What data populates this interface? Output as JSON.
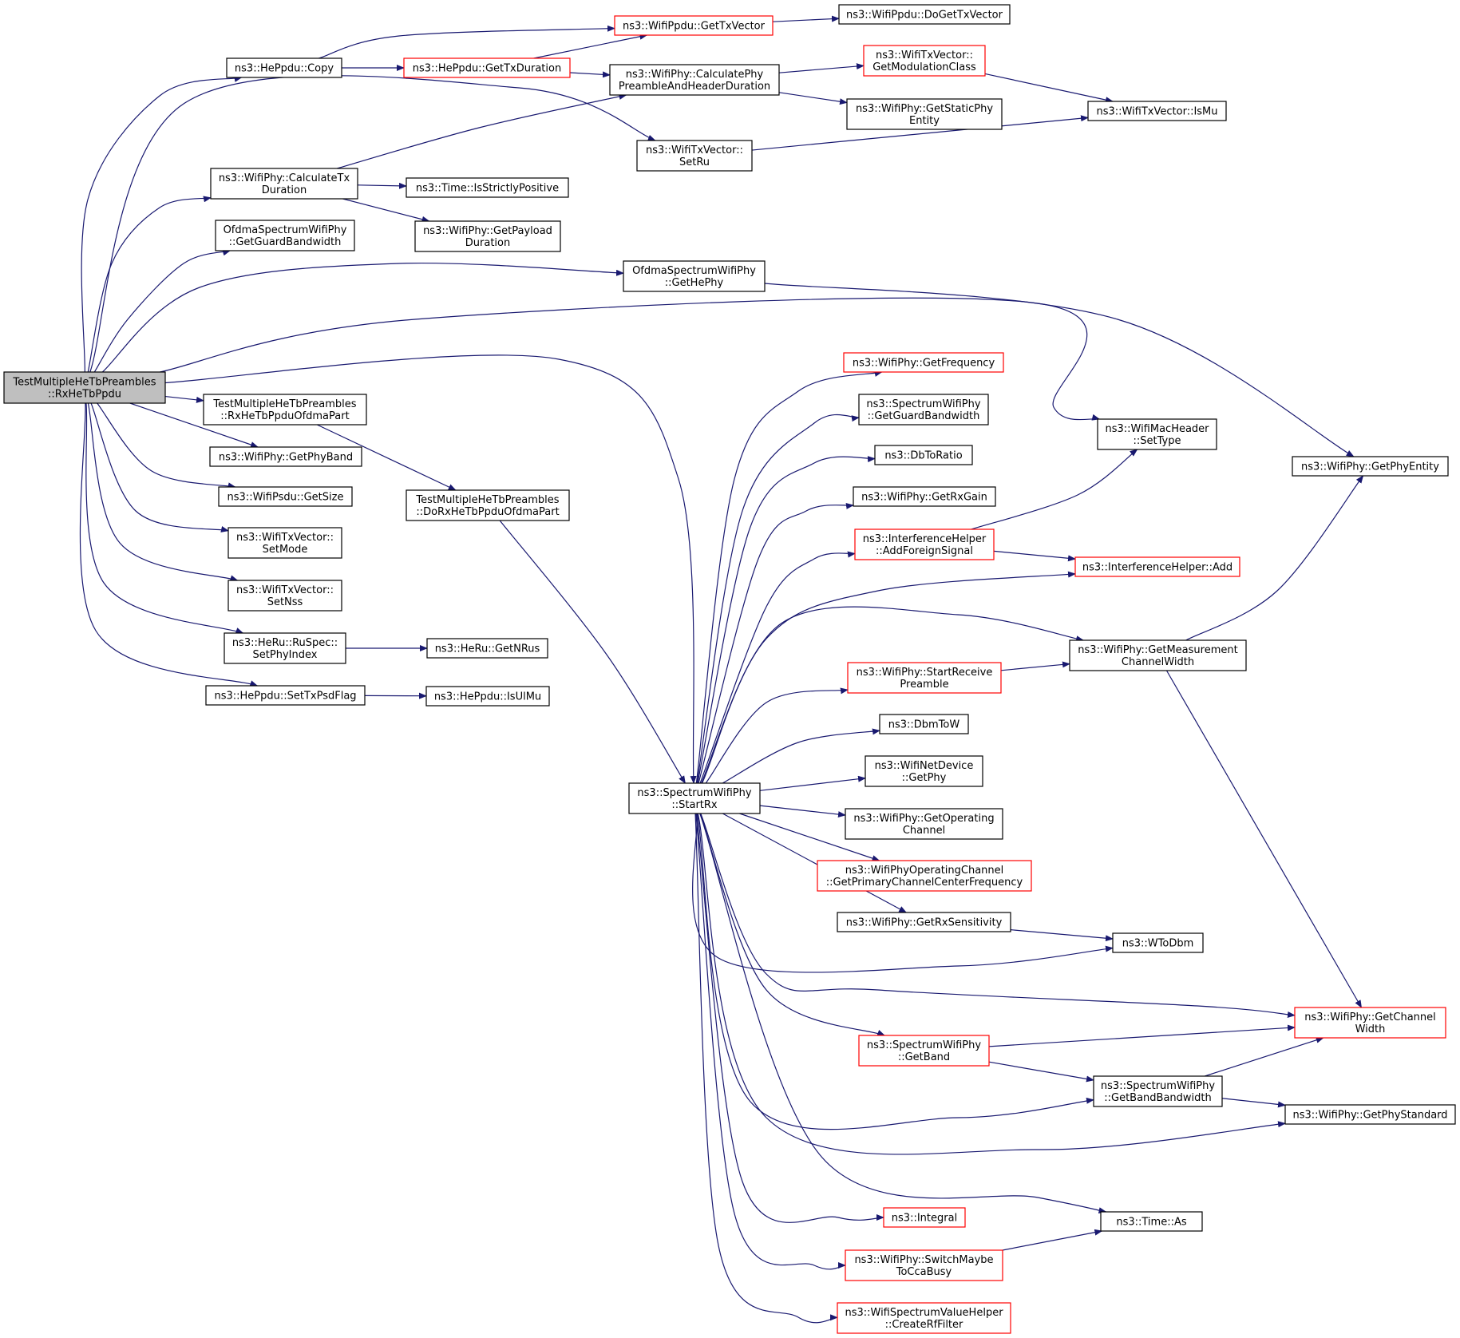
{
  "colors": {
    "edge": "#191970",
    "node_border": "#000000",
    "node_border_truncated": "#ff0000",
    "node_fill": "#ffffff",
    "root_fill": "#bfbfbf",
    "text": "#000000"
  },
  "nodes": [
    {
      "id": "root",
      "lines": [
        "TestMultipleHeTbPreambles",
        "::RxHeTbPpdu"
      ],
      "root": true
    },
    {
      "id": "heppdu_copy",
      "lines": [
        "ns3::HePpdu::Copy"
      ]
    },
    {
      "id": "calc_tx_duration",
      "lines": [
        "ns3::WifiPhy::CalculateTx",
        "Duration"
      ]
    },
    {
      "id": "ofdma_guard_bw",
      "lines": [
        "OfdmaSpectrumWifiPhy",
        "::GetGuardBandwidth"
      ]
    },
    {
      "id": "rx_ofdma_part",
      "lines": [
        "TestMultipleHeTbPreambles",
        "::RxHeTbPpduOfdmaPart"
      ]
    },
    {
      "id": "get_phy_band",
      "lines": [
        "ns3::WifiPhy::GetPhyBand"
      ]
    },
    {
      "id": "psdu_get_size",
      "lines": [
        "ns3::WifiPsdu::GetSize"
      ]
    },
    {
      "id": "txv_set_mode",
      "lines": [
        "ns3::WifiTxVector::",
        "SetMode"
      ]
    },
    {
      "id": "txv_set_nss",
      "lines": [
        "ns3::WifiTxVector::",
        "SetNss"
      ]
    },
    {
      "id": "ruspec_set_phy_index",
      "lines": [
        "ns3::HeRu::RuSpec::",
        "SetPhyIndex"
      ]
    },
    {
      "id": "heppdu_set_txpsd",
      "lines": [
        "ns3::HePpdu::SetTxPsdFlag"
      ]
    },
    {
      "id": "heppdu_get_txduration",
      "lines": [
        "ns3::HePpdu::GetTxDuration"
      ],
      "truncated": true
    },
    {
      "id": "wifippdu_get_txvector",
      "lines": [
        "ns3::WifiPpdu::GetTxVector"
      ],
      "truncated": true
    },
    {
      "id": "wifippdu_doget_txvector",
      "lines": [
        "ns3::WifiPpdu::DoGetTxVector"
      ]
    },
    {
      "id": "calc_preamble_header",
      "lines": [
        "ns3::WifiPhy::CalculatePhy",
        "PreambleAndHeaderDuration"
      ]
    },
    {
      "id": "get_modulation_class",
      "lines": [
        "ns3::WifiTxVector::",
        "GetModulationClass"
      ],
      "truncated": true
    },
    {
      "id": "get_static_phy_entity",
      "lines": [
        "ns3::WifiPhy::GetStaticPhy",
        "Entity"
      ]
    },
    {
      "id": "txv_is_mu",
      "lines": [
        "ns3::WifiTxVector::IsMu"
      ]
    },
    {
      "id": "txv_set_ru",
      "lines": [
        "ns3::WifiTxVector::",
        "SetRu"
      ]
    },
    {
      "id": "time_is_strictly_positive",
      "lines": [
        "ns3::Time::IsStrictlyPositive"
      ]
    },
    {
      "id": "get_payload_duration",
      "lines": [
        "ns3::WifiPhy::GetPayload",
        "Duration"
      ]
    },
    {
      "id": "ofdma_get_hephy",
      "lines": [
        "OfdmaSpectrumWifiPhy",
        "::GetHePhy"
      ]
    },
    {
      "id": "get_phy_entity",
      "lines": [
        "ns3::WifiPhy::GetPhyEntity"
      ]
    },
    {
      "id": "mac_header_set_type",
      "lines": [
        "ns3::WifiMacHeader",
        "::SetType"
      ]
    },
    {
      "id": "do_rx_ofdma_part",
      "lines": [
        "TestMultipleHeTbPreambles",
        "::DoRxHeTbPpduOfdmaPart"
      ]
    },
    {
      "id": "heru_get_nrus",
      "lines": [
        "ns3::HeRu::GetNRus"
      ]
    },
    {
      "id": "heppdu_is_ul_mu",
      "lines": [
        "ns3::HePpdu::IsUlMu"
      ]
    },
    {
      "id": "start_rx",
      "lines": [
        "ns3::SpectrumWifiPhy",
        "::StartRx"
      ]
    },
    {
      "id": "get_frequency",
      "lines": [
        "ns3::WifiPhy::GetFrequency"
      ],
      "truncated": true
    },
    {
      "id": "spectrum_guard_bw",
      "lines": [
        "ns3::SpectrumWifiPhy",
        "::GetGuardBandwidth"
      ]
    },
    {
      "id": "db_to_ratio",
      "lines": [
        "ns3::DbToRatio"
      ]
    },
    {
      "id": "get_rx_gain",
      "lines": [
        "ns3::WifiPhy::GetRxGain"
      ]
    },
    {
      "id": "add_foreign_signal",
      "lines": [
        "ns3::InterferenceHelper",
        "::AddForeignSignal"
      ],
      "truncated": true
    },
    {
      "id": "interference_add",
      "lines": [
        "ns3::InterferenceHelper::Add"
      ],
      "truncated": true
    },
    {
      "id": "get_measurement_cw",
      "lines": [
        "ns3::WifiPhy::GetMeasurement",
        "ChannelWidth"
      ]
    },
    {
      "id": "start_receive_preamble",
      "lines": [
        "ns3::WifiPhy::StartReceive",
        "Preamble"
      ],
      "truncated": true
    },
    {
      "id": "dbm_to_w",
      "lines": [
        "ns3::DbmToW"
      ]
    },
    {
      "id": "netdevice_get_phy",
      "lines": [
        "ns3::WifiNetDevice",
        "::GetPhy"
      ]
    },
    {
      "id": "get_operating_channel",
      "lines": [
        "ns3::WifiPhy::GetOperating",
        "Channel"
      ]
    },
    {
      "id": "primary_center_freq",
      "lines": [
        "ns3::WifiPhyOperatingChannel",
        "::GetPrimaryChannelCenterFrequency"
      ],
      "truncated": true
    },
    {
      "id": "get_rx_sensitivity",
      "lines": [
        "ns3::WifiPhy::GetRxSensitivity"
      ]
    },
    {
      "id": "w_to_dbm",
      "lines": [
        "ns3::WToDbm"
      ]
    },
    {
      "id": "get_channel_width",
      "lines": [
        "ns3::WifiPhy::GetChannel",
        "Width"
      ],
      "truncated": true
    },
    {
      "id": "spectrum_get_band",
      "lines": [
        "ns3::SpectrumWifiPhy",
        "::GetBand"
      ],
      "truncated": true
    },
    {
      "id": "get_band_bandwidth",
      "lines": [
        "ns3::SpectrumWifiPhy",
        "::GetBandBandwidth"
      ]
    },
    {
      "id": "get_phy_standard",
      "lines": [
        "ns3::WifiPhy::GetPhyStandard"
      ]
    },
    {
      "id": "integral",
      "lines": [
        "ns3::Integral"
      ],
      "truncated": true
    },
    {
      "id": "time_as",
      "lines": [
        "ns3::Time::As"
      ]
    },
    {
      "id": "switch_maybe_cca_busy",
      "lines": [
        "ns3::WifiPhy::SwitchMaybe",
        "ToCcaBusy"
      ],
      "truncated": true
    },
    {
      "id": "create_rf_filter",
      "lines": [
        "ns3::WifiSpectrumValueHelper",
        "::CreateRfFilter"
      ],
      "truncated": true
    }
  ],
  "edges": [
    [
      "root",
      "heppdu_copy"
    ],
    [
      "root",
      "calc_tx_duration"
    ],
    [
      "root",
      "ofdma_guard_bw"
    ],
    [
      "root",
      "ofdma_get_hephy"
    ],
    [
      "root",
      "mac_header_set_type"
    ],
    [
      "root",
      "start_rx"
    ],
    [
      "root",
      "rx_ofdma_part"
    ],
    [
      "root",
      "get_phy_band"
    ],
    [
      "root",
      "psdu_get_size"
    ],
    [
      "root",
      "txv_set_mode"
    ],
    [
      "root",
      "txv_set_nss"
    ],
    [
      "root",
      "ruspec_set_phy_index"
    ],
    [
      "root",
      "heppdu_set_txpsd"
    ],
    [
      "root",
      "txv_set_ru"
    ],
    [
      "heppdu_copy",
      "wifippdu_get_txvector"
    ],
    [
      "heppdu_copy",
      "heppdu_get_txduration"
    ],
    [
      "heppdu_get_txduration",
      "wifippdu_get_txvector"
    ],
    [
      "heppdu_get_txduration",
      "calc_preamble_header"
    ],
    [
      "wifippdu_get_txvector",
      "wifippdu_doget_txvector"
    ],
    [
      "calc_preamble_header",
      "get_modulation_class"
    ],
    [
      "calc_preamble_header",
      "get_static_phy_entity"
    ],
    [
      "get_modulation_class",
      "txv_is_mu"
    ],
    [
      "txv_set_ru",
      "txv_is_mu"
    ],
    [
      "calc_tx_duration",
      "calc_preamble_header"
    ],
    [
      "calc_tx_duration",
      "time_is_strictly_positive"
    ],
    [
      "calc_tx_duration",
      "get_payload_duration"
    ],
    [
      "ofdma_get_hephy",
      "get_phy_entity"
    ],
    [
      "rx_ofdma_part",
      "do_rx_ofdma_part"
    ],
    [
      "do_rx_ofdma_part",
      "start_rx"
    ],
    [
      "ruspec_set_phy_index",
      "heru_get_nrus"
    ],
    [
      "heppdu_set_txpsd",
      "heppdu_is_ul_mu"
    ],
    [
      "start_rx",
      "get_frequency"
    ],
    [
      "start_rx",
      "spectrum_guard_bw"
    ],
    [
      "start_rx",
      "db_to_ratio"
    ],
    [
      "start_rx",
      "get_rx_gain"
    ],
    [
      "start_rx",
      "add_foreign_signal"
    ],
    [
      "start_rx",
      "interference_add"
    ],
    [
      "start_rx",
      "get_measurement_cw"
    ],
    [
      "start_rx",
      "start_receive_preamble"
    ],
    [
      "start_rx",
      "dbm_to_w"
    ],
    [
      "start_rx",
      "netdevice_get_phy"
    ],
    [
      "start_rx",
      "get_operating_channel"
    ],
    [
      "start_rx",
      "primary_center_freq"
    ],
    [
      "start_rx",
      "get_rx_sensitivity"
    ],
    [
      "start_rx",
      "w_to_dbm"
    ],
    [
      "start_rx",
      "get_channel_width"
    ],
    [
      "start_rx",
      "spectrum_get_band"
    ],
    [
      "start_rx",
      "get_band_bandwidth"
    ],
    [
      "start_rx",
      "get_phy_standard"
    ],
    [
      "start_rx",
      "time_as"
    ],
    [
      "start_rx",
      "integral"
    ],
    [
      "start_rx",
      "switch_maybe_cca_busy"
    ],
    [
      "start_rx",
      "create_rf_filter"
    ],
    [
      "add_foreign_signal",
      "mac_header_set_type"
    ],
    [
      "add_foreign_signal",
      "interference_add"
    ],
    [
      "start_receive_preamble",
      "get_measurement_cw"
    ],
    [
      "get_measurement_cw",
      "get_phy_entity"
    ],
    [
      "get_measurement_cw",
      "get_channel_width"
    ],
    [
      "get_rx_sensitivity",
      "w_to_dbm"
    ],
    [
      "spectrum_get_band",
      "get_channel_width"
    ],
    [
      "spectrum_get_band",
      "get_band_bandwidth"
    ],
    [
      "get_band_bandwidth",
      "get_channel_width"
    ],
    [
      "get_band_bandwidth",
      "get_phy_standard"
    ],
    [
      "switch_maybe_cca_busy",
      "time_as"
    ]
  ]
}
